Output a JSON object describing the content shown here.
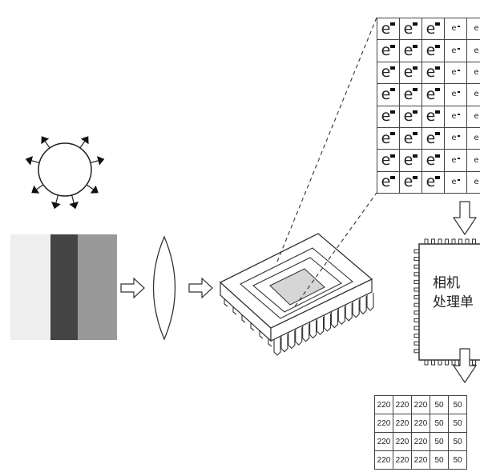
{
  "sensor_grid": {
    "rows": 8,
    "columns": [
      {
        "symbol": "e",
        "charge": "big"
      },
      {
        "symbol": "e",
        "charge": "big"
      },
      {
        "symbol": "e",
        "charge": "big"
      },
      {
        "symbol": "e",
        "charge": "small"
      },
      {
        "symbol": "e",
        "charge": "small"
      }
    ]
  },
  "processor": {
    "label_line1": "相机",
    "label_line2": "处理单"
  },
  "pixel_table": {
    "rows": [
      [
        "220",
        "220",
        "220",
        "50",
        "50"
      ],
      [
        "220",
        "220",
        "220",
        "50",
        "50"
      ],
      [
        "220",
        "220",
        "220",
        "50",
        "50"
      ],
      [
        "220",
        "220",
        "220",
        "50",
        "50"
      ]
    ]
  },
  "scene_stripes": {
    "colors": [
      "#eeeeee",
      "#444444",
      "#999999"
    ]
  }
}
